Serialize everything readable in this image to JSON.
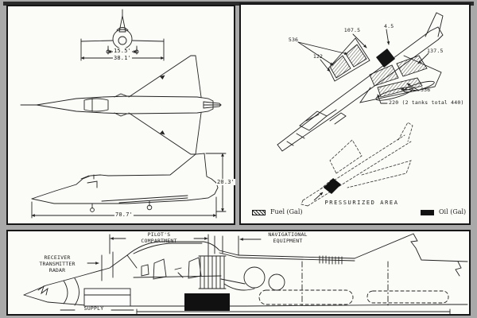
{
  "page": {
    "background_color": "#a9a9a9",
    "paper_color": "#fbfbf8",
    "ink_color": "#1f1f1f"
  },
  "three_view": {
    "track_width": "15.5'",
    "wing_span": "38.1'",
    "height": "20.3'",
    "length": "70.7'"
  },
  "fuel_diagram": {
    "callout_536_upper": "536",
    "callout_107_5": "107.5",
    "callout_4_5": "4.5",
    "callout_137_5": "137.5",
    "callout_122": "122",
    "callout_536_lower": "536",
    "callout_external_tanks": "220  (2 tanks total 440)",
    "pressurized_area": "PRESSURIZED AREA",
    "legend_fuel": "Fuel (Gal)",
    "legend_oil": "Oil (Gal)"
  },
  "cutaway": {
    "radar_label": "RECEIVER\nTRANSMITTER\nRADAR",
    "pilots_compartment_label": "PILOT'S\nCOMPARTMENT",
    "navigational_equipment_label": "NAVIGATIONAL\nEQUIPMENT",
    "supply_label": "SUPPLY"
  }
}
